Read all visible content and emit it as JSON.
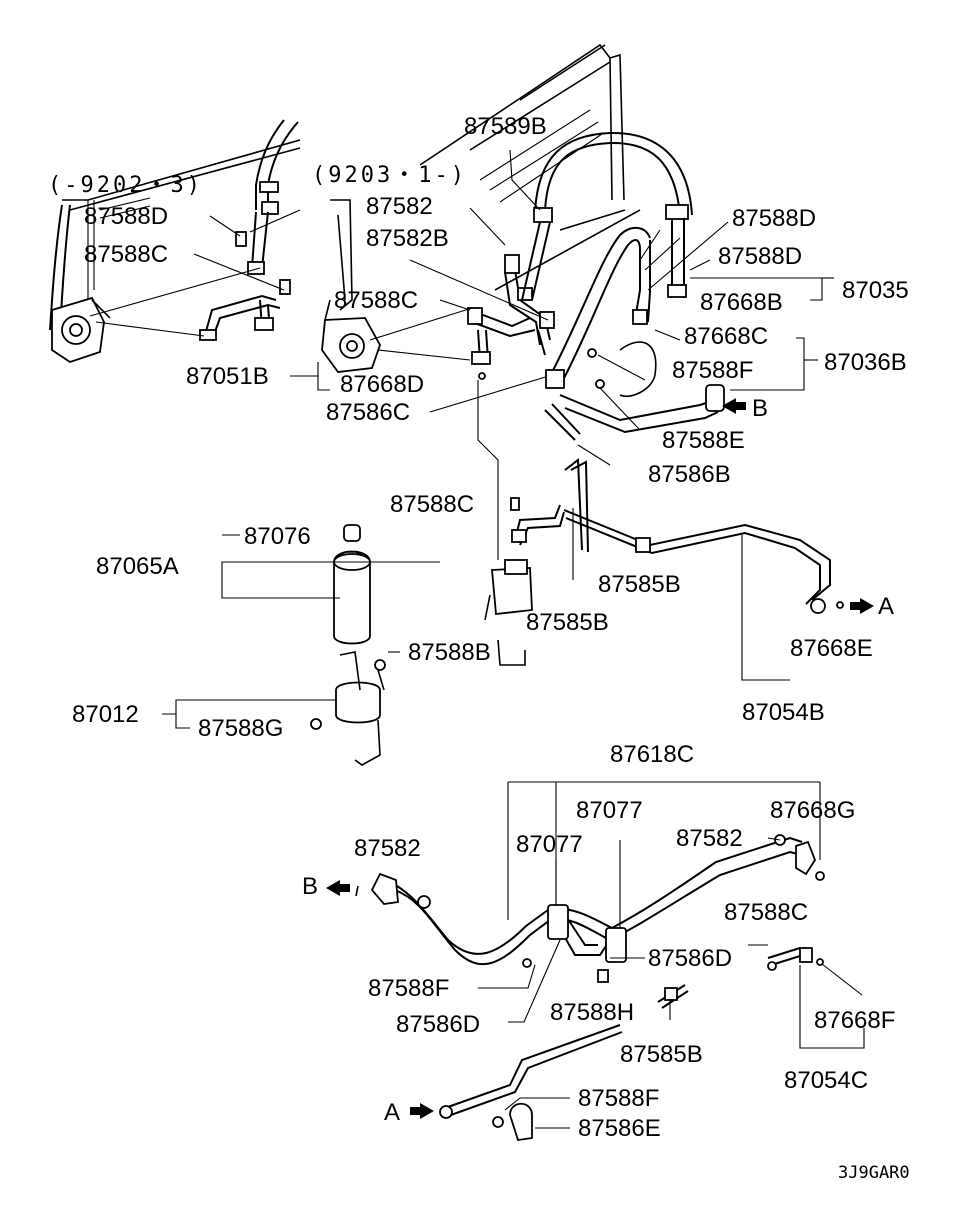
{
  "notes": {
    "before": "(-9202・3)",
    "after": "(9203・1-)"
  },
  "labels": {
    "p87589B": "87589B",
    "p87588D_left": "87588D",
    "p87588C_left": "87588C",
    "p87582_top": "87582",
    "p87582B": "87582B",
    "p87588C_mid": "87588C",
    "p87051B": "87051B",
    "p87668D": "87668D",
    "p87586C": "87586C",
    "p87588D_r1": "87588D",
    "p87588D_r2": "87588D",
    "p87035": "87035",
    "p87668B": "87668B",
    "p87668C": "87668C",
    "p87036B": "87036B",
    "p87588F_top": "87588F",
    "arrowB_top": "B",
    "p87588E": "87588E",
    "p87586B": "87586B",
    "p87588C_recv": "87588C",
    "p87076": "87076",
    "p87065A": "87065A",
    "p87585B_a": "87585B",
    "p87585B_b": "87585B",
    "arrowA_top": "A",
    "p87668E": "87668E",
    "p87588B": "87588B",
    "p87054B": "87054B",
    "p87012": "87012",
    "p87588G": "87588G",
    "p87618C": "87618C",
    "p87077_a": "87077",
    "p87668G": "87668G",
    "p87582_bl": "87582",
    "p87077_b": "87077",
    "p87582_br": "87582",
    "arrowB_bottom": "B",
    "p87588C_br": "87588C",
    "p87586D_a": "87586D",
    "p87588F_b": "87588F",
    "p87588H": "87588H",
    "p87668F": "87668F",
    "p87586D_b": "87586D",
    "p87585B_c": "87585B",
    "p87054C": "87054C",
    "arrowA_bottom": "A",
    "p87588F_c": "87588F",
    "p87586E": "87586E"
  },
  "code": "3J9GAR0"
}
